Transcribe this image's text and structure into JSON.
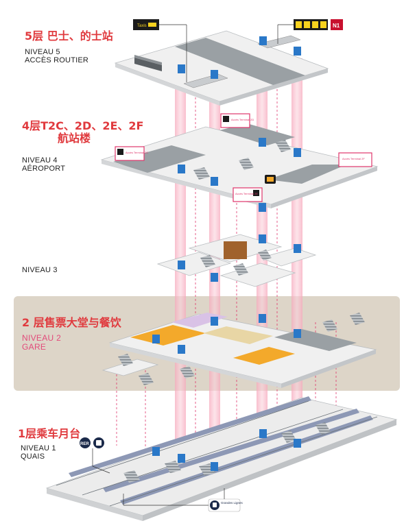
{
  "levels": {
    "level5": {
      "zh": "5层 巴士、的士站",
      "fr_line1": "NIVEAU 5",
      "fr_line2": "ACCÈS ROUTIER"
    },
    "level4": {
      "zh_line1": "4层T2C、2D、2E、2F",
      "zh_line2": "航站楼",
      "fr_line1": "NIVEAU 4",
      "fr_line2": "AÉROPORT"
    },
    "level3": {
      "fr_line1": "NIVEAU 3"
    },
    "level2": {
      "zh": "2 层售票大堂与餐饮",
      "fr_line1": "NIVEAU 2",
      "fr_line2": "GARE"
    },
    "level1": {
      "zh": "1层乘车月台",
      "fr_line1": "NIVEAU 1",
      "fr_line2": "QUAIS"
    }
  },
  "signs": {
    "taxi_label": "Taxis",
    "n1_label": "N1",
    "terminal_2c": "Accès Terminal 2C",
    "terminal_2d": "Accès Terminal 2D",
    "terminal_2f": "Accès Terminal 2F",
    "terminal_2e": "Accès Terminal 2E",
    "grandes_lignes": "Grandes Lignes",
    "rer_label": "RER"
  },
  "colors": {
    "chinese_title": "#e03a3e",
    "gare_label": "#e24a7a",
    "level2_band": "#d8d0c4",
    "elevator": "#2a78c8",
    "vertical_shaft": "#f06a8a",
    "floor": "#f2f2f2",
    "dark_zone": "#8e9498",
    "orange_zone": "#f3a92b",
    "pink_accent": "#e0356b"
  },
  "icons": [
    "taxi-icon",
    "car-icon",
    "bus-icon",
    "car-rental-icon",
    "parking-icon",
    "plane-icon",
    "train-icon",
    "suitcase-icon",
    "escalator-icon",
    "elevator-icon"
  ]
}
